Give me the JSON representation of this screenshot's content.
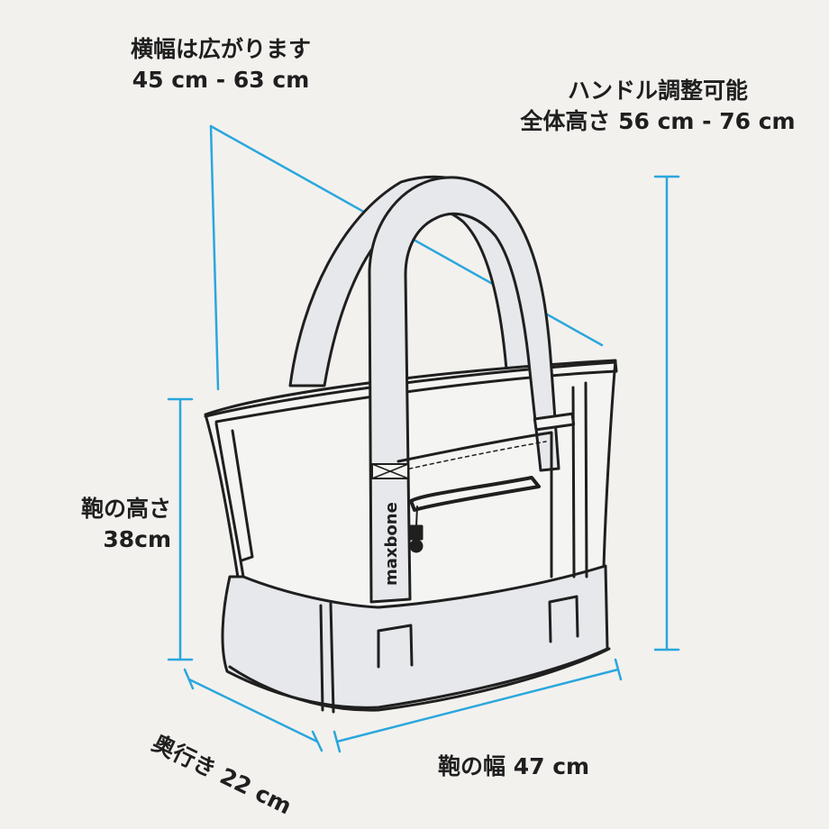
{
  "labels": {
    "width_expand_line1": "横幅は広がります",
    "width_expand_line2": "45 cm - 63 cm",
    "handle_line1": "ハンドル調整可能",
    "handle_line2": "全体高さ 56 cm - 76 cm",
    "height_line1": "鞄の高さ",
    "height_line2": "38cm",
    "depth": "奥行き 22 cm",
    "bag_width": "鞄の幅 47 cm"
  },
  "brand_text": "maxbone",
  "colors": {
    "background": "#f3f1ee",
    "dimension_line": "#2aa7dd",
    "outline": "#1f1f1f",
    "bag_body": "#f4f4f2",
    "bag_base": "#e6e8eb",
    "strap": "#e6e8eb"
  }
}
